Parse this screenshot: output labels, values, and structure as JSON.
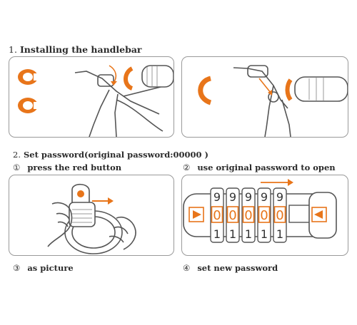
{
  "step1": {
    "prefix": "1.",
    "title": "Installing the handlebar"
  },
  "step2": {
    "prefix": "2.",
    "title": "Set password(original password:00000 )",
    "captions": [
      {
        "marker": "①",
        "text": "press the red button"
      },
      {
        "marker": "②",
        "text": "use original password to open"
      },
      {
        "marker": "③",
        "text": "as picture"
      },
      {
        "marker": "④",
        "text": "set new password"
      }
    ]
  },
  "lock_dials": {
    "top_row": [
      "9",
      "9",
      "9",
      "9",
      "9"
    ],
    "middle_row": [
      "0",
      "0",
      "0",
      "0",
      "0"
    ],
    "bottom_row": [
      "1",
      "1",
      "1",
      "1",
      "1"
    ]
  },
  "colors": {
    "accent": "#e8751a",
    "line": "#555555",
    "frame": "#9a9a9a"
  },
  "icons": [
    "arrow-right-icon",
    "arrow-left-icon",
    "orange-clip-icon",
    "red-button-icon"
  ]
}
